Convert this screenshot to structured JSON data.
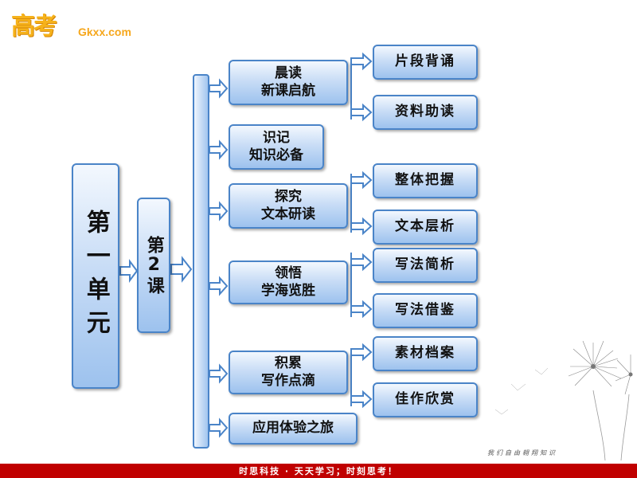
{
  "logo": {
    "mark": "高考",
    "url": "Gkxx.com"
  },
  "unit": {
    "label": "第一单元"
  },
  "lesson": {
    "label": "第2课"
  },
  "sections": [
    {
      "label": "晨读\n新课启航",
      "children": [
        "片段背诵",
        "资料助读"
      ]
    },
    {
      "label": "识记\n知识必备",
      "children": []
    },
    {
      "label": "探究\n文本研读",
      "children": [
        "整体把握",
        "文本层析"
      ]
    },
    {
      "label": "领悟\n学海览胜",
      "children": [
        "写法简析",
        "写法借鉴"
      ]
    },
    {
      "label": "积累\n写作点滴",
      "children": [
        "素材档案",
        "佳作欣赏"
      ]
    },
    {
      "label": "应用体验之旅",
      "children": []
    }
  ],
  "footer": {
    "text": "时思科技 · 天天学习；时刻思考！"
  },
  "decoration": {
    "caption": "我们自由翱翔知识",
    "icon": "dandelion-icon"
  },
  "colors": {
    "box_border": "#4a84c8",
    "box_top": "#f3f8fe",
    "box_bottom": "#9dc2ee",
    "footer": "#c00000",
    "logo": "#f6b21a"
  }
}
